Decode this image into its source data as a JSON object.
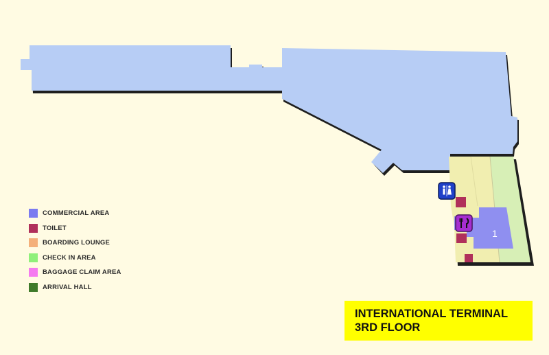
{
  "legend": {
    "items": [
      {
        "label": "COMMERCIAL AREA",
        "color": "#7b7bf0"
      },
      {
        "label": "TOILET",
        "color": "#b0305a"
      },
      {
        "label": "BOARDING LOUNGE",
        "color": "#f4b07a"
      },
      {
        "label": "CHECK IN AREA",
        "color": "#8ff07a"
      },
      {
        "label": "BAGGAGE CLAIM AREA",
        "color": "#f57af0"
      },
      {
        "label": "ARRIVAL HALL",
        "color": "#3f7a2a"
      }
    ]
  },
  "map": {
    "floor_color": "#b7cdf5",
    "shadow_color": "#1e1e1e",
    "boarding_zone_color": "#f1eeb0",
    "checkin_zone_color": "#d7efb6",
    "commercial_color": "#8f8ff0",
    "toilet_color": "#b0305a",
    "zone_label": "1",
    "icons": [
      {
        "name": "toilet-icon",
        "color": "#1f40c8"
      },
      {
        "name": "restaurant-icon",
        "color": "#a62ed0"
      }
    ]
  },
  "title": {
    "line1": "INTERNATIONAL TERMINAL",
    "line2": "3RD FLOOR"
  }
}
